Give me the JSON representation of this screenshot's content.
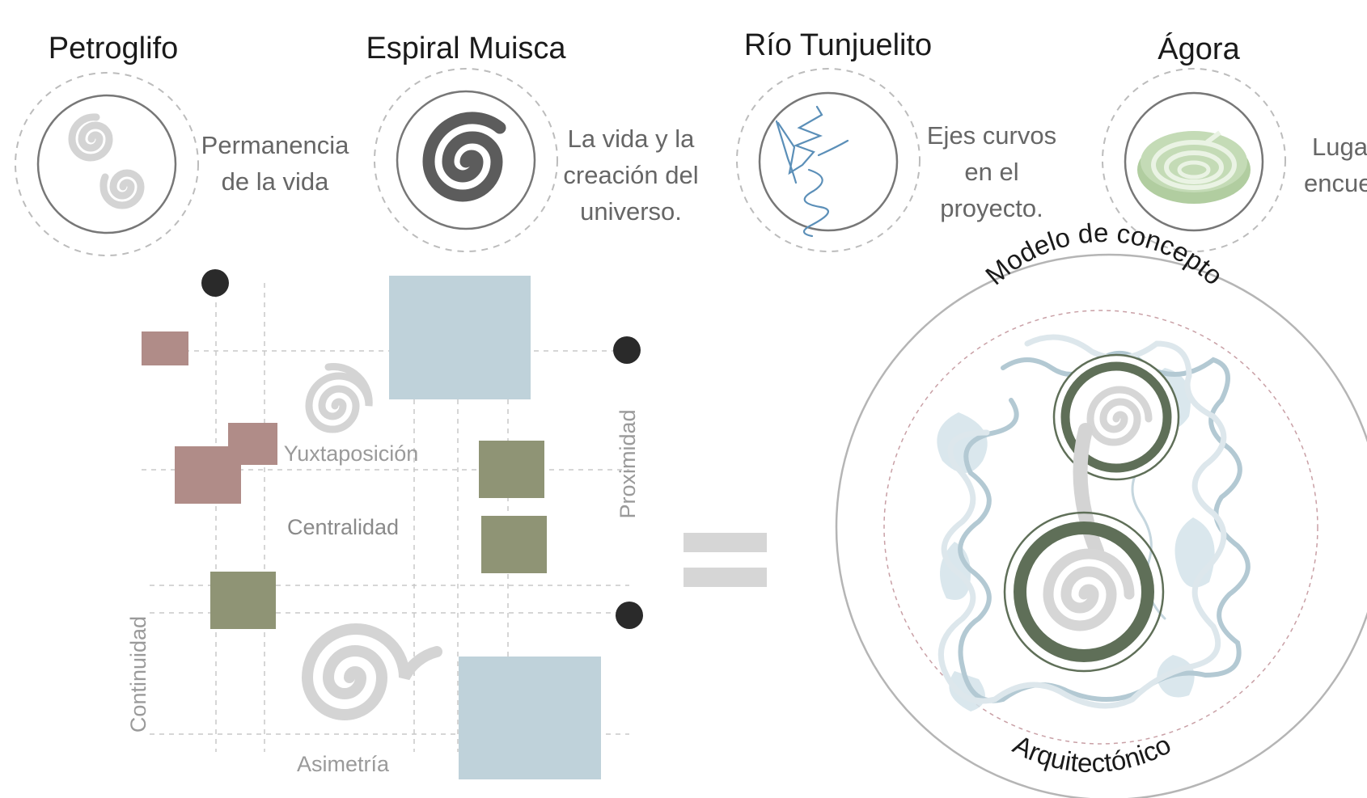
{
  "concepts": [
    {
      "title": "Petroglifo",
      "desc": [
        "Permanencia",
        "de la vida"
      ],
      "icon": "double-spiral-icon"
    },
    {
      "title": "Espiral Muisca",
      "desc": [
        "La vida y la",
        "creación  del",
        "universo."
      ],
      "icon": "spiral-icon"
    },
    {
      "title": "Río Tunjuelito",
      "desc": [
        "Ejes curvos",
        "en el",
        "proyecto."
      ],
      "icon": "river-icon"
    },
    {
      "title": "Ágora",
      "desc": [
        "Lugar",
        "encue"
      ],
      "icon": "agora-icon"
    }
  ],
  "grid": {
    "labels": {
      "yuxtaposicion": "Yuxtaposición",
      "centralidad": "Centralidad",
      "asimetria": "Asimetría",
      "proximidad": "Proximidad",
      "continuidad": "Continuidad"
    }
  },
  "model": {
    "title_top": "Modelo de concepto",
    "title_bottom": "Arquitectónico"
  },
  "colors": {
    "rose": "#b08c88",
    "olive": "#8f9475",
    "lightblue": "#bfd2da",
    "darkgreen": "#5f6f58",
    "spiralgrey": "#d6d6d6",
    "agoragreen": "#a8c896"
  }
}
